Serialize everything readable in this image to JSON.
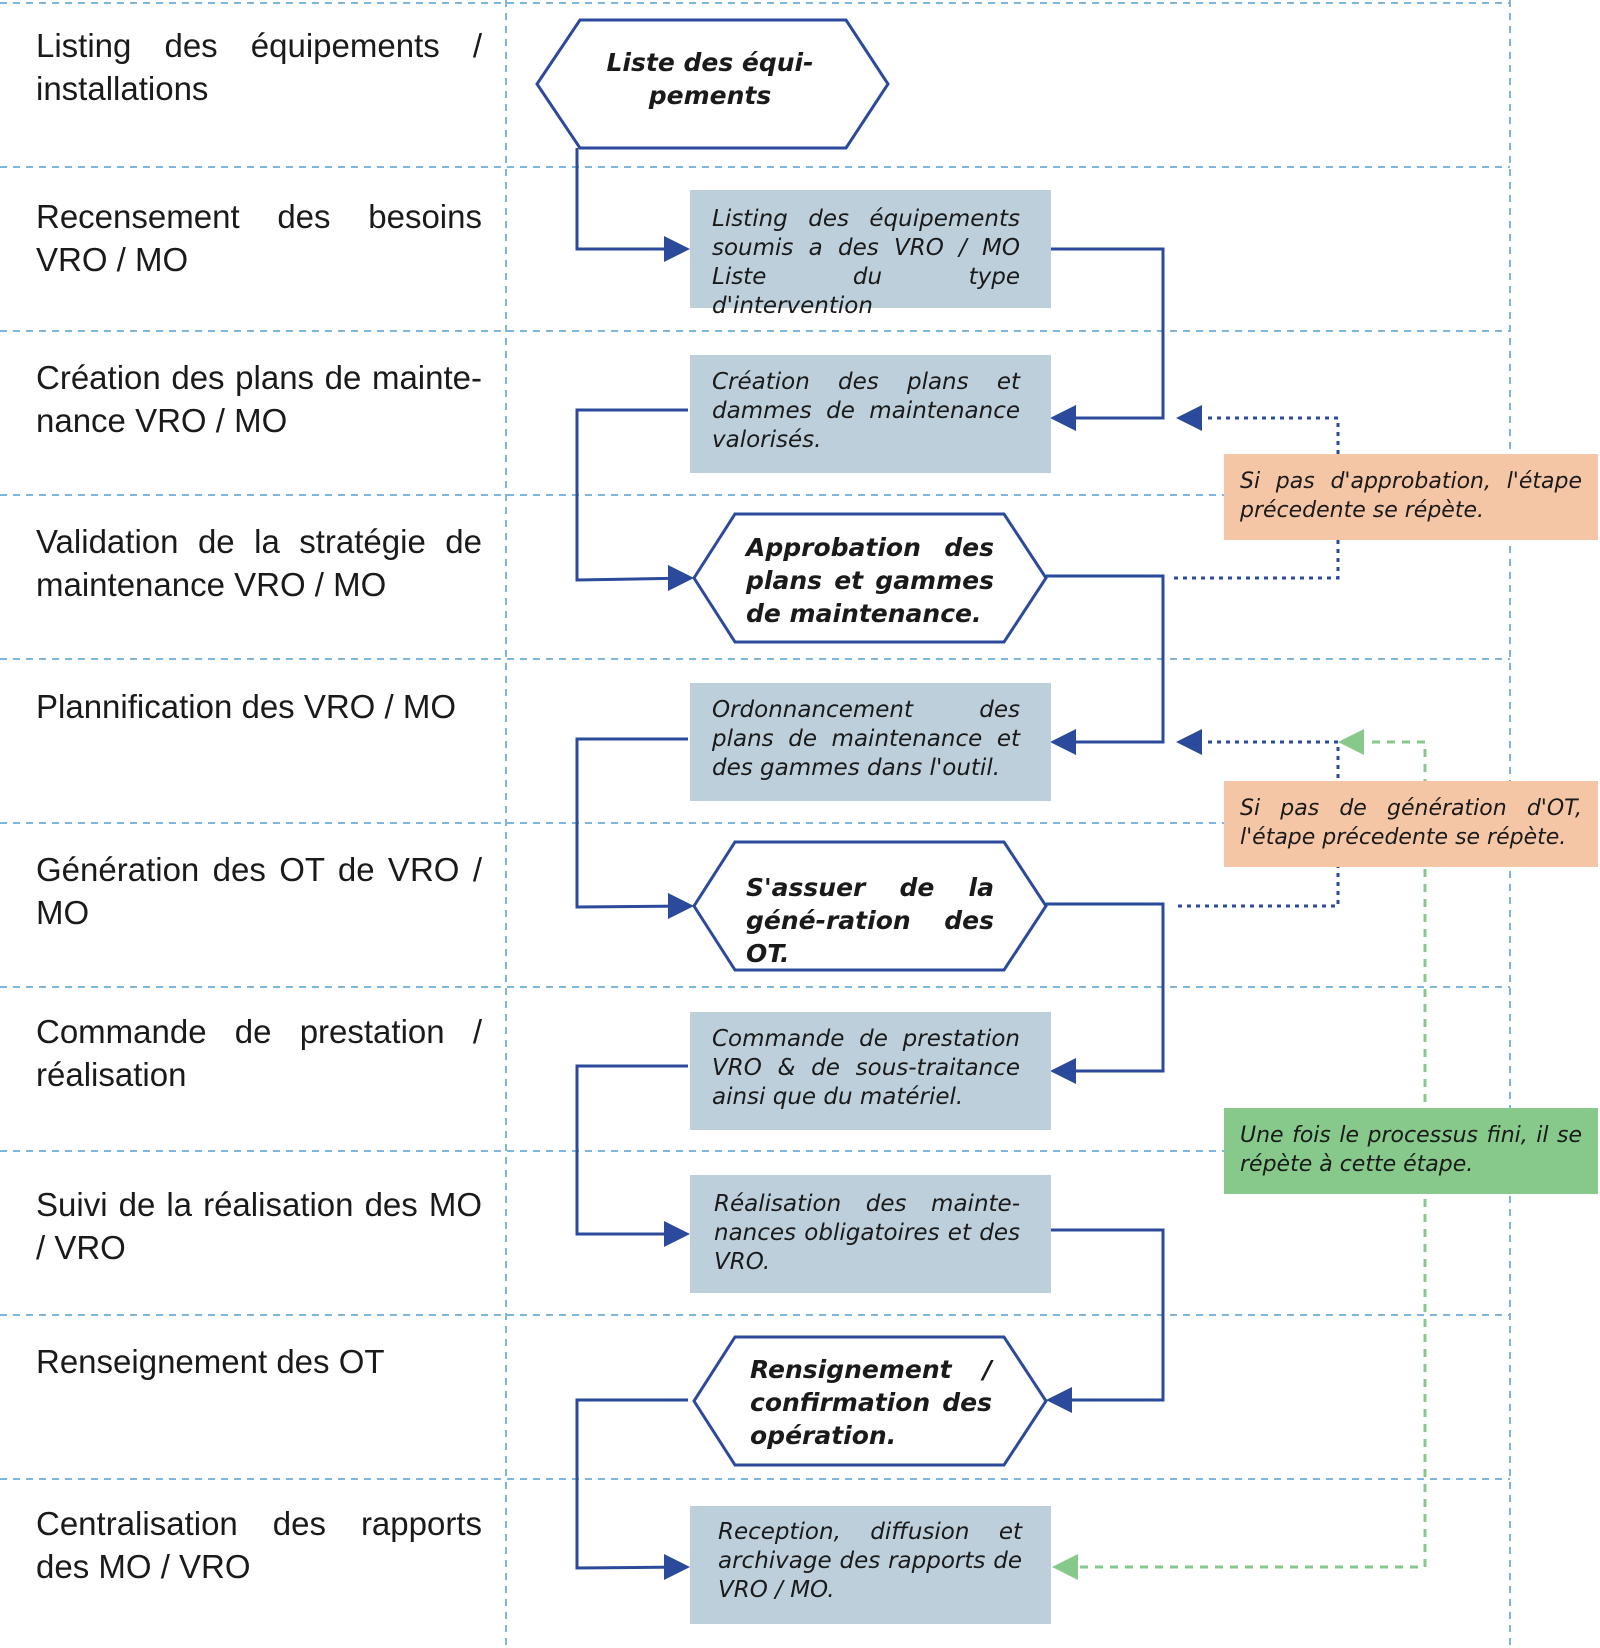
{
  "lanes": [
    {
      "label": "Listing des équipements / installations"
    },
    {
      "label": "Recensement des besoins VRO / MO"
    },
    {
      "label": "Création des plans de mainte-nance VRO / MO"
    },
    {
      "label": "Validation de la stratégie de maintenance VRO / MO"
    },
    {
      "label": "Plannification des VRO / MO"
    },
    {
      "label": "Génération des OT de VRO / MO"
    },
    {
      "label": "Commande de prestation / réalisation"
    },
    {
      "label": "Suivi de la réalisation des MO / VRO"
    },
    {
      "label": "Renseignement des OT"
    },
    {
      "label": "Centralisation des rapports des MO / VRO"
    }
  ],
  "nodes": [
    {
      "shape": "hexagon",
      "text": "Liste des équi-pements"
    },
    {
      "shape": "box",
      "text": "Listing des équipements soumis a des VRO / MO Liste du type d'intervention"
    },
    {
      "shape": "box",
      "text": "Création des plans et dammes de maintenance valorisés."
    },
    {
      "shape": "hexagon",
      "text": "Approbation des plans et gammes de maintenance."
    },
    {
      "shape": "box",
      "text": "Ordonnancement des plans de maintenance et des gammes dans l'outil."
    },
    {
      "shape": "hexagon",
      "text": "S'assuer de la géné-ration des OT."
    },
    {
      "shape": "box",
      "text": "Commande de prestation VRO & de sous-traitance ainsi que du matériel."
    },
    {
      "shape": "box",
      "text": "Réalisation des mainte-nances obligatoires et des VRO."
    },
    {
      "shape": "hexagon",
      "text": "Rensignement / confirmation des opération."
    },
    {
      "shape": "box",
      "text": "Reception, diffusion et archivage des rapports de VRO / MO."
    }
  ],
  "notes": [
    {
      "text": "Si pas d'approbation, l'étape précedente se répète.",
      "color": "#f5c6a5"
    },
    {
      "text": "Si pas de génération d'OT, l'étape précedente se répète.",
      "color": "#f5c6a5"
    },
    {
      "text": "Une fois le processus fini, il se répète à cette étape.",
      "color": "#86c98a"
    }
  ],
  "colors": {
    "box_fill": "#bccfda",
    "flow_line": "#2b4a9b",
    "dotted_loop": "#2b4a9b",
    "dashed_loop": "#86c98a",
    "lane_divider": "#7fb6dc"
  }
}
